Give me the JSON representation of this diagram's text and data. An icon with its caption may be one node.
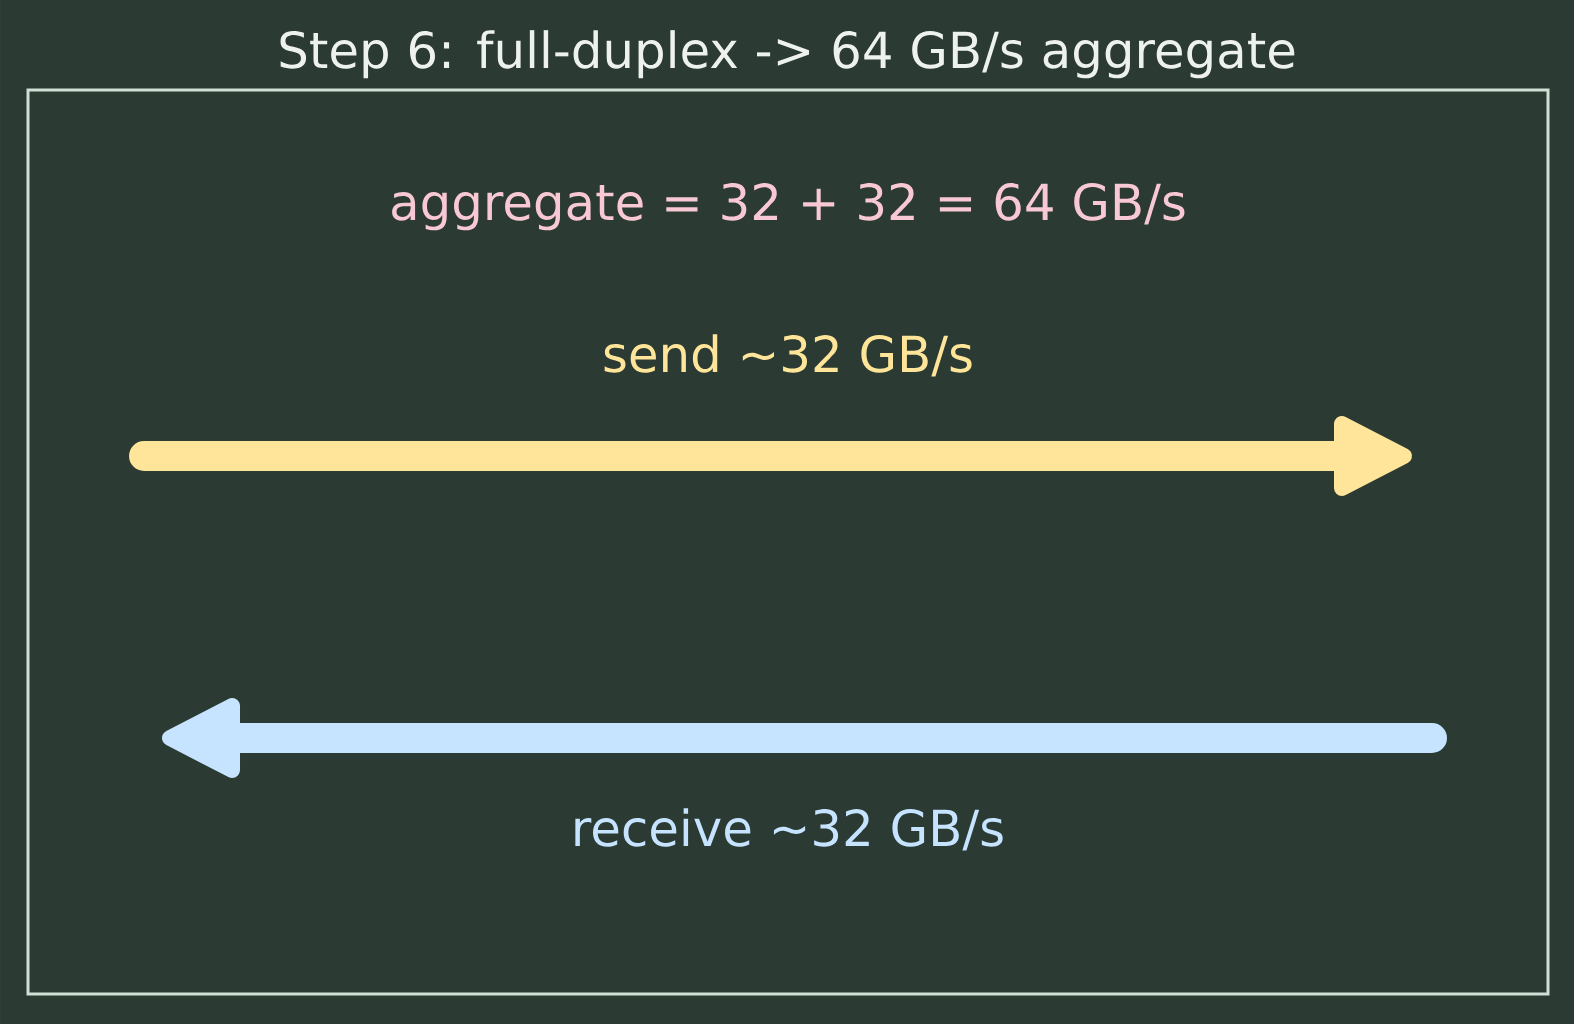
{
  "diagram": {
    "title": "Step 6: full-duplex -> 64 GB/s aggregate",
    "nodes": [
      {
        "text": [
          "aggregate = 32 + 32 = 64 GB/s",
          "send ~32 GB/s",
          "receive ~32 GB/s"
        ]
      }
    ]
  }
}
